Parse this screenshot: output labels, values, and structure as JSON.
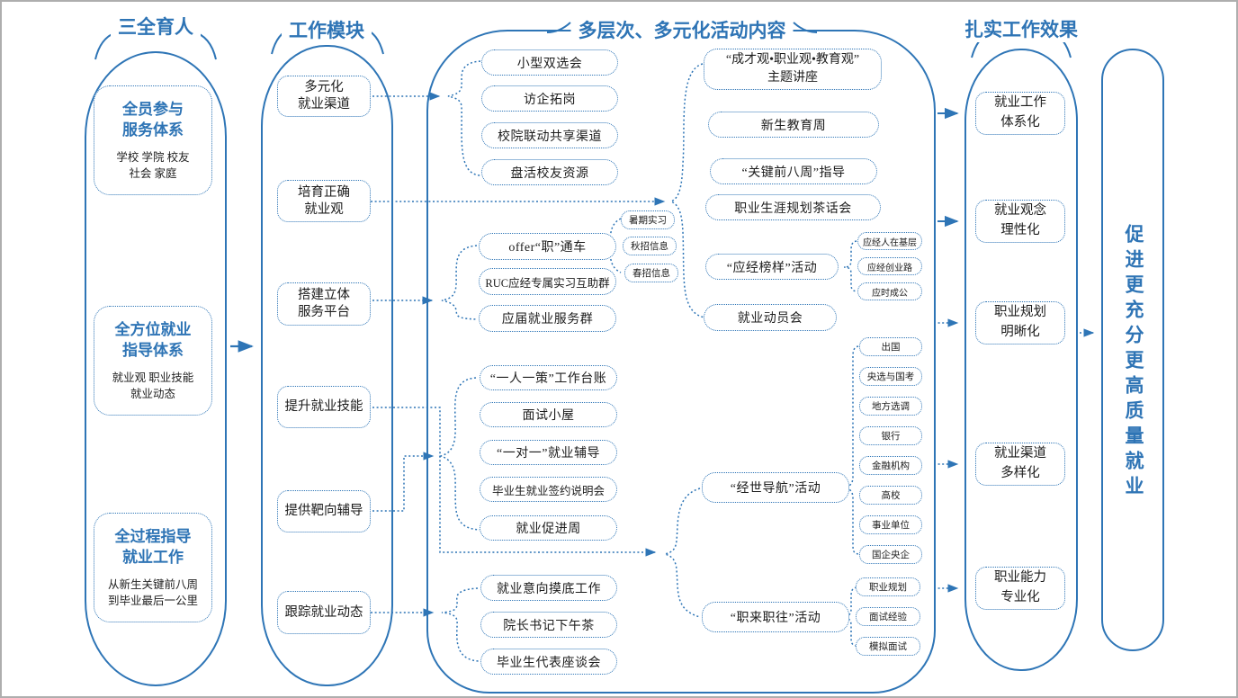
{
  "colors": {
    "line_blue": "#2e75b6",
    "text_blue": "#2e74b5",
    "text_dark": "#1c1c1c"
  },
  "col1": {
    "title": "三全育人",
    "boxes": [
      {
        "t1": "全员参与",
        "t2": "服务体系",
        "s1": "学校 学院 校友",
        "s2": "社会 家庭"
      },
      {
        "t1": "全方位就业",
        "t2": "指导体系",
        "s1": "就业观 职业技能",
        "s2": "就业动态"
      },
      {
        "t1": "全过程指导",
        "t2": "就业工作",
        "s1": "从新生关键前八周",
        "s2": "到毕业最后一公里"
      }
    ]
  },
  "col2": {
    "title": "工作模块",
    "modules": [
      {
        "l1": "多元化",
        "l2": "就业渠道"
      },
      {
        "l1": "培育正确",
        "l2": "就业观"
      },
      {
        "l1": "搭建立体",
        "l2": "服务平台"
      },
      {
        "l1": "提升就业技能",
        "l2": ""
      },
      {
        "l1": "提供靶向辅导",
        "l2": ""
      },
      {
        "l1": "跟踪就业动态",
        "l2": ""
      }
    ]
  },
  "col3": {
    "title": "多层次、多元化活动内容",
    "channel_items": [
      "小型双选会",
      "访企拓岗",
      "校院联动共享渠道",
      "盘活校友资源"
    ],
    "mindset": {
      "lecture_l1": "“成才观•职业观•教育观”",
      "lecture_l2": "主题讲座",
      "items": [
        "新生教育周",
        "“关键前八周”指导",
        "职业生涯规划茶话会"
      ],
      "role_model": "“应经榜样”活动",
      "role_model_subs": [
        "应经人在基层",
        "应经创业路",
        "应时成公"
      ],
      "mobilization": "就业动员会"
    },
    "platform": {
      "items": [
        "offer“职”通车",
        "RUC应经专属实习互助群",
        "应届就业服务群"
      ],
      "subs": [
        "暑期实习",
        "秋招信息",
        "春招信息"
      ]
    },
    "skills_items": [
      "“一人一策”工作台账",
      "面试小屋",
      "“一对一”就业辅导",
      "毕业生就业签约说明会",
      "就业促进周"
    ],
    "tracking_items": [
      "就业意向摸底工作",
      "院长书记下午茶",
      "毕业生代表座谈会"
    ],
    "nav_activity": "“经世导航”活动",
    "nav_subs": [
      "出国",
      "央选与国考",
      "地方选调",
      "银行",
      "金融机构",
      "高校",
      "事业单位",
      "国企央企"
    ],
    "job_activity": "“职来职往”活动",
    "job_subs": [
      "职业规划",
      "面试经验",
      "模拟面试"
    ]
  },
  "col4": {
    "title": "扎实工作效果",
    "effects": [
      {
        "l1": "就业工作",
        "l2": "体系化"
      },
      {
        "l1": "就业观念",
        "l2": "理性化"
      },
      {
        "l1": "职业规划",
        "l2": "明晰化"
      },
      {
        "l1": "就业渠道",
        "l2": "多样化"
      },
      {
        "l1": "职业能力",
        "l2": "专业化"
      }
    ]
  },
  "col5": {
    "title": "促进更充分更高质量就业"
  }
}
